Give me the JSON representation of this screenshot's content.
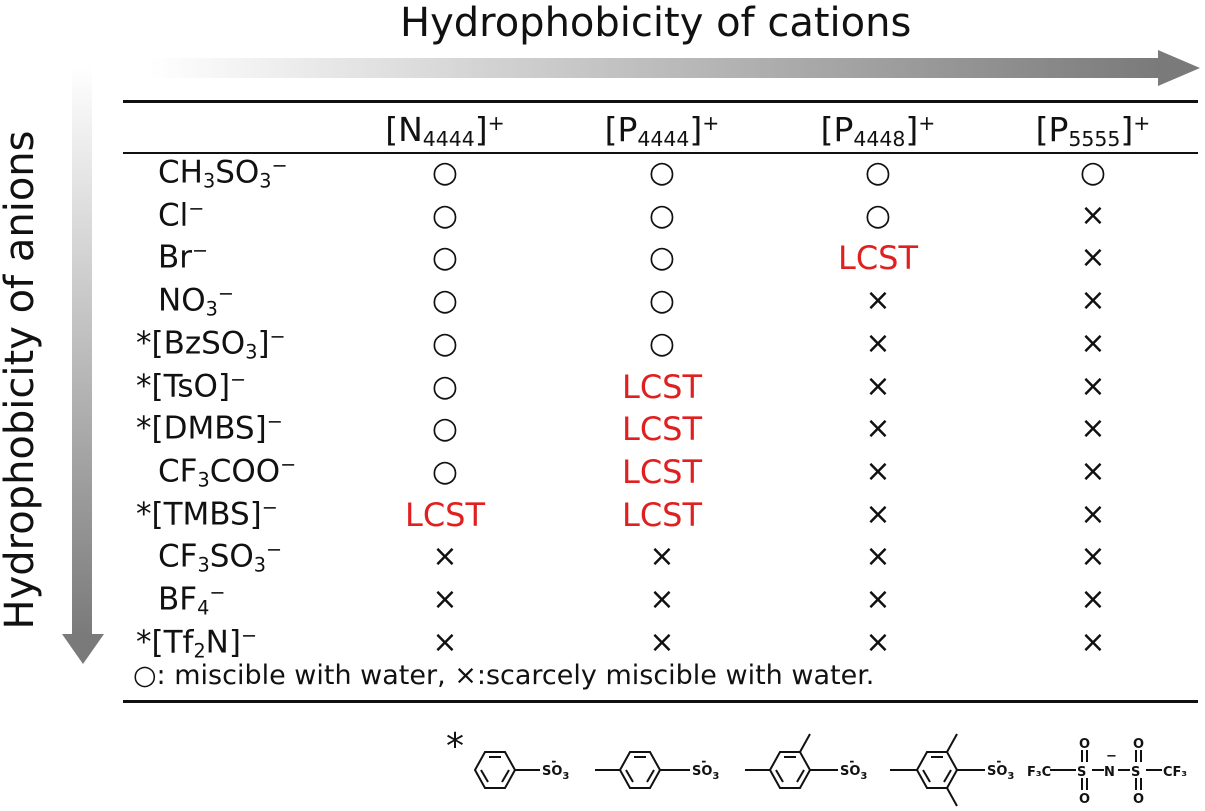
{
  "title_x": "Hydrophobicity of cations",
  "title_y": "Hydrophobicity of anions",
  "headers": [
    {
      "pre": "[N",
      "sub": "4444",
      "post": "]",
      "sup": "+"
    },
    {
      "pre": "[P",
      "sub": "4444",
      "post": "]",
      "sup": "+"
    },
    {
      "pre": "[P",
      "sub": "4448",
      "post": "]",
      "sup": "+"
    },
    {
      "pre": "[P",
      "sub": "5555",
      "post": "]",
      "sup": "+"
    }
  ],
  "rows": [
    {
      "label_parts": [
        [
          "CH",
          ""
        ],
        [
          "3",
          "sub"
        ],
        [
          "SO",
          ""
        ],
        [
          "3",
          "sub"
        ],
        [
          "−",
          "sup"
        ]
      ],
      "cells": [
        "○",
        "○",
        "○",
        "○"
      ]
    },
    {
      "label_parts": [
        [
          "Cl",
          ""
        ],
        [
          "−",
          "sup"
        ]
      ],
      "cells": [
        "○",
        "○",
        "○",
        "×"
      ]
    },
    {
      "label_parts": [
        [
          "Br",
          ""
        ],
        [
          "−",
          "sup"
        ]
      ],
      "cells": [
        "○",
        "○",
        "LCST",
        "×"
      ]
    },
    {
      "label_parts": [
        [
          "NO",
          ""
        ],
        [
          "3",
          "sub"
        ],
        [
          "−",
          "sup"
        ]
      ],
      "cells": [
        "○",
        "○",
        "×",
        "×"
      ]
    },
    {
      "label_parts": [
        [
          "*[BzSO",
          ""
        ],
        [
          "3",
          "sub"
        ],
        [
          "]",
          ""
        ],
        [
          "−",
          "sup"
        ]
      ],
      "cells": [
        "○",
        "○",
        "×",
        "×"
      ]
    },
    {
      "label_parts": [
        [
          "*[TsO]",
          ""
        ],
        [
          "−",
          "sup"
        ]
      ],
      "cells": [
        "○",
        "LCST",
        "×",
        "×"
      ]
    },
    {
      "label_parts": [
        [
          "*[DMBS]",
          ""
        ],
        [
          "−",
          "sup"
        ]
      ],
      "cells": [
        "○",
        "LCST",
        "×",
        "×"
      ]
    },
    {
      "label_parts": [
        [
          "CF",
          ""
        ],
        [
          "3",
          "sub"
        ],
        [
          "COO",
          ""
        ],
        [
          "−",
          "sup"
        ]
      ],
      "cells": [
        "○",
        "LCST",
        "×",
        "×"
      ]
    },
    {
      "label_parts": [
        [
          "*[TMBS]",
          ""
        ],
        [
          "−",
          "sup"
        ]
      ],
      "cells": [
        "LCST",
        "LCST",
        "×",
        "×"
      ]
    },
    {
      "label_parts": [
        [
          "CF",
          ""
        ],
        [
          "3",
          "sub"
        ],
        [
          "SO",
          ""
        ],
        [
          "3",
          "sub"
        ],
        [
          "−",
          "sup"
        ]
      ],
      "cells": [
        "×",
        "×",
        "×",
        "×"
      ]
    },
    {
      "label_parts": [
        [
          "BF",
          ""
        ],
        [
          "4",
          "sub"
        ],
        [
          "−",
          "sup"
        ]
      ],
      "cells": [
        "×",
        "×",
        "×",
        "×"
      ]
    },
    {
      "label_parts": [
        [
          "*[Tf",
          ""
        ],
        [
          "2",
          "sub"
        ],
        [
          "N]",
          ""
        ],
        [
          "−",
          "sup"
        ]
      ],
      "cells": [
        "×",
        "×",
        "×",
        "×"
      ]
    }
  ],
  "legend": "○: miscible with water, ×:scarcely miscible with water.",
  "footnote_marker": "*",
  "structures": {
    "so3": "SO",
    "so3_sub": "3",
    "so3_charge": "-",
    "tf2n": [
      "F₃C",
      "S",
      "N",
      "S",
      "CF₃",
      "O",
      "−"
    ]
  },
  "colors": {
    "lcst": "#e02020",
    "text": "#111111"
  }
}
